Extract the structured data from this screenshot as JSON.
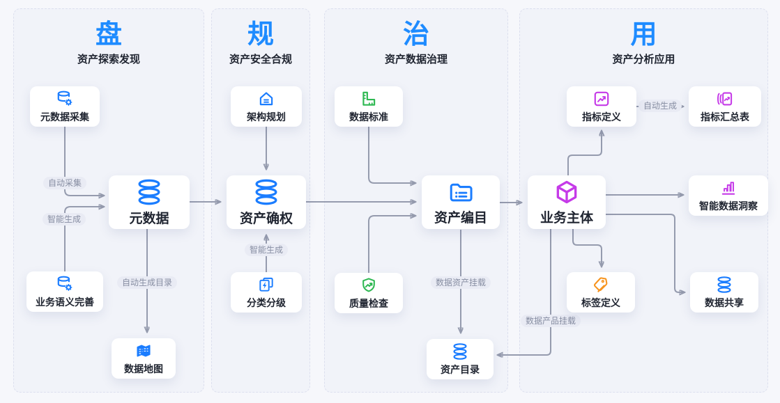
{
  "columns": [
    {
      "char": "盘",
      "title": "资产探索发现"
    },
    {
      "char": "规",
      "title": "资产安全合规"
    },
    {
      "char": "治",
      "title": "资产数据治理"
    },
    {
      "char": "用",
      "title": "资产分析应用"
    }
  ],
  "nodes": [
    {
      "id": "metadata-collect",
      "label": "元数据采集",
      "icon": "database-gear-icon",
      "color": "#1b7dff"
    },
    {
      "id": "business-semantics",
      "label": "业务语义完善",
      "icon": "database-gear-icon",
      "color": "#1b7dff"
    },
    {
      "id": "data-map",
      "label": "数据地图",
      "icon": "map-icon",
      "color": "#1b7dff"
    },
    {
      "id": "metadata",
      "label": "元数据",
      "icon": "database-icon",
      "color": "#1b7dff"
    },
    {
      "id": "architecture-planning",
      "label": "架构规划",
      "icon": "home-icon",
      "color": "#1b7dff"
    },
    {
      "id": "asset-rights",
      "label": "资产确权",
      "icon": "database-icon",
      "color": "#1b7dff"
    },
    {
      "id": "classification-grading",
      "label": "分类分级",
      "icon": "layers-bolt-icon",
      "color": "#1b7dff"
    },
    {
      "id": "data-standards",
      "label": "数据标准",
      "icon": "ruler-icon",
      "color": "#2eb852"
    },
    {
      "id": "quality-check",
      "label": "质量检查",
      "icon": "shield-arrow-icon",
      "color": "#2eb852"
    },
    {
      "id": "asset-cataloging",
      "label": "资产编目",
      "icon": "folder-list-icon",
      "color": "#1b7dff"
    },
    {
      "id": "asset-directory",
      "label": "资产目录",
      "icon": "database-icon",
      "color": "#1b7dff"
    },
    {
      "id": "metric-definition",
      "label": "指标定义",
      "icon": "metric-box-icon",
      "color": "#c53ae8"
    },
    {
      "id": "metric-summary-table",
      "label": "指标汇总表",
      "icon": "report-curves-icon",
      "color": "#c53ae8"
    },
    {
      "id": "business-entity",
      "label": "业务主体",
      "icon": "cube-icon",
      "color": "#c53ae8"
    },
    {
      "id": "data-insight",
      "label": "智能数据洞察",
      "icon": "bar-chart-icon",
      "color": "#c53ae8"
    },
    {
      "id": "tag-definition",
      "label": "标签定义",
      "icon": "tags-icon",
      "color": "#f7941e"
    },
    {
      "id": "data-sharing",
      "label": "数据共享",
      "icon": "database-icon",
      "color": "#1b7dff"
    }
  ],
  "edges": [
    {
      "from": "metadata-collect",
      "to": "metadata",
      "label": "自动采集"
    },
    {
      "from": "business-semantics",
      "to": "metadata",
      "label": "智能生成"
    },
    {
      "from": "metadata",
      "to": "asset-rights",
      "label": ""
    },
    {
      "from": "metadata",
      "to": "data-map",
      "label": "自动生成目录"
    },
    {
      "from": "architecture-planning",
      "to": "asset-rights",
      "label": ""
    },
    {
      "from": "classification-grading",
      "to": "asset-rights",
      "label": "智能生成"
    },
    {
      "from": "asset-rights",
      "to": "asset-cataloging",
      "label": ""
    },
    {
      "from": "data-standards",
      "to": "asset-cataloging",
      "label": ""
    },
    {
      "from": "quality-check",
      "to": "asset-cataloging",
      "label": ""
    },
    {
      "from": "asset-cataloging",
      "to": "business-entity",
      "label": ""
    },
    {
      "from": "asset-cataloging",
      "to": "asset-directory",
      "label": "数据资产挂载"
    },
    {
      "from": "business-entity",
      "to": "metric-definition",
      "label": ""
    },
    {
      "from": "metric-definition",
      "to": "metric-summary-table",
      "label": "自动生成"
    },
    {
      "from": "business-entity",
      "to": "data-insight",
      "label": ""
    },
    {
      "from": "business-entity",
      "to": "data-sharing",
      "label": ""
    },
    {
      "from": "business-entity",
      "to": "tag-definition",
      "label": ""
    },
    {
      "from": "business-entity",
      "to": "asset-directory",
      "label": "数据产品挂载"
    }
  ],
  "colors": {
    "header_blue": "#1e8bff",
    "icon_blue": "#1b7dff",
    "icon_green": "#2eb852",
    "icon_magenta": "#c53ae8",
    "icon_orange": "#f7941e",
    "edge_gray": "#959bae",
    "panel_bg": "#f1f3f9",
    "canvas_bg": "#f6f7fb"
  }
}
